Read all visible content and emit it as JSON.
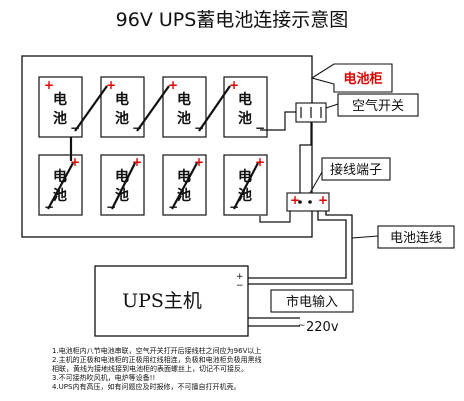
{
  "title": "96V UPS蓄电池连接示意图",
  "cabinet_label": "电池柜",
  "air_switch_label": "空气开关",
  "terminal_label": "接线端子",
  "battery_line_label": "电池连线",
  "mains_label": "市电输入",
  "voltage_label": "220v",
  "ups_label": "UPS主机",
  "battery_cell": {
    "line1": "电",
    "line2": "池",
    "positive": "+",
    "negative": "−"
  },
  "ups_terminals": {
    "positive": "+",
    "negative": "−"
  },
  "notes": [
    "1.电池柜内八节电池串联，空气开关打开后接线柱之间应为96V以上",
    "2.主机的正极和电池柜的正极用红线相连，负极和电池柜负极用黑线",
    "相联，黄线为接地线接到电池柜的表面螺丝上，切记不可接反。",
    "3.不可接热吹风机，电炉等设备!!",
    "4.UPS内有高压，如有问题应及时报修，不可擅自打开机壳。"
  ],
  "colors": {
    "positive": "#e00000",
    "negative": "#111111",
    "line": "#111111"
  }
}
